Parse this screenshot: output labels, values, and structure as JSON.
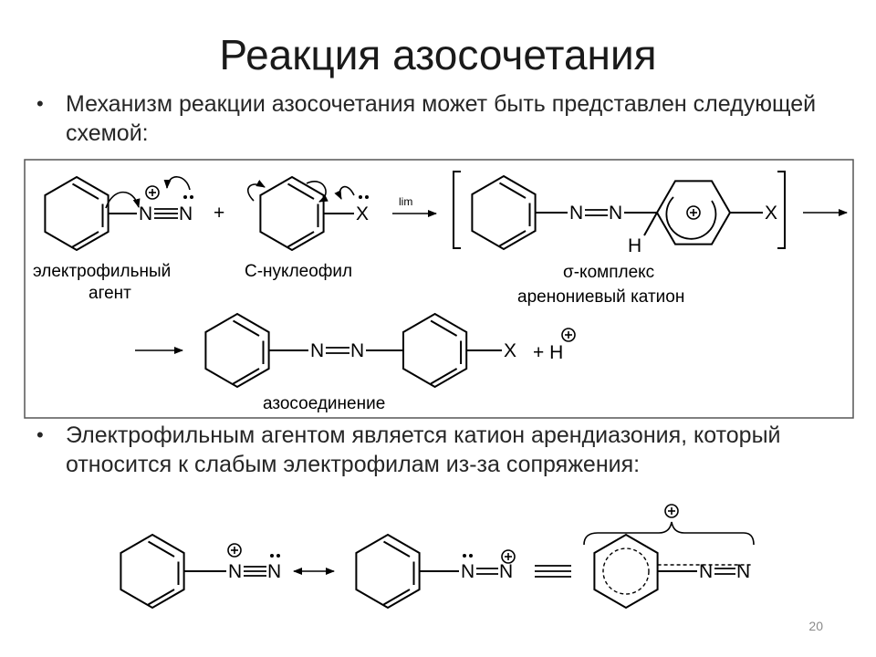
{
  "slide": {
    "title": "Реакция азосочетания",
    "bullet1": "Механизм реакции азосочетания может быть представлен следующей схемой:",
    "bullet2": "Электрофильным агентом является катион арендиазония, который относится к слабым электрофилам из-за сопряжения:",
    "bullet_mark": "•",
    "page_number": "20"
  },
  "scheme": {
    "n": "N",
    "x": "X",
    "h": "H",
    "plus_sign": "+",
    "arrow_condition": "lim",
    "electrophile_label_1": "электрофильный",
    "electrophile_label_2": "агент",
    "nucleophile_label": "С-нуклеофил",
    "sigma_label": "σ-комплекс",
    "arenonium_label": "аренониевый катион",
    "product_label": "азосоединение",
    "proton_plus": "+ H"
  }
}
